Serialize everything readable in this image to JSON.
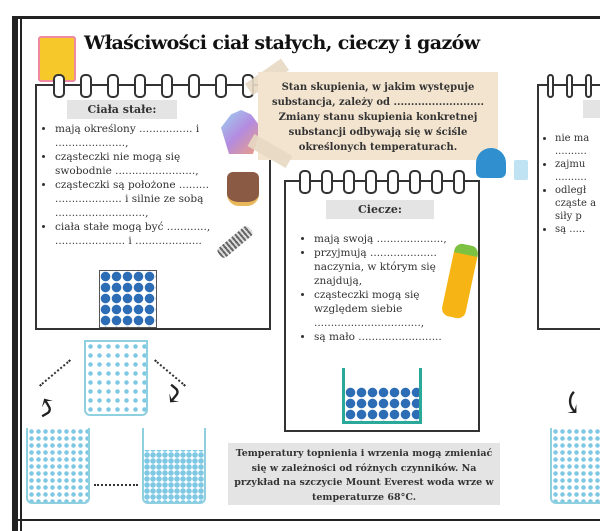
{
  "title": "Właściwości ciał stałych, cieczy i gazów",
  "solids": {
    "heading": "Ciała stałe:",
    "items": [
      "mają określony ................ i .....................,",
      "cząsteczki nie mogą się swobodnie ........................,",
      "cząsteczki są położone ......... .................... i silnie ze sobą ...........................,",
      "ciała stałe mogą być ............, ..................... i ...................."
    ]
  },
  "note": "Stan skupienia, w jakim występuje substancja, zależy od .......................... Zmiany stanu skupienia konkretnej substancji odbywają się w ściśle określonych temperaturach.",
  "liquids": {
    "heading": "Ciecze:",
    "items": [
      "mają swoją ....................,",
      "przyjmują .................... naczynia, w którym się znajdują,",
      "cząsteczki mogą się względem siebie ................................,",
      "są mało ........................."
    ]
  },
  "gases": {
    "items": [
      "nie ma ..........",
      "zajmu ..........",
      "odległ cząste a siły p",
      "są ....."
    ]
  },
  "bottom_note": "Temperatury topnienia i wrzenia mogą zmieniać się w zależności od różnych czynników. Na przykład na szczycie Mount Everest woda wrze w temperaturze 68°C.",
  "colors": {
    "particles_solid": "#2d6db5",
    "particles_liquid": "#7ec8e3",
    "note_bg": "#f3e4cf"
  }
}
